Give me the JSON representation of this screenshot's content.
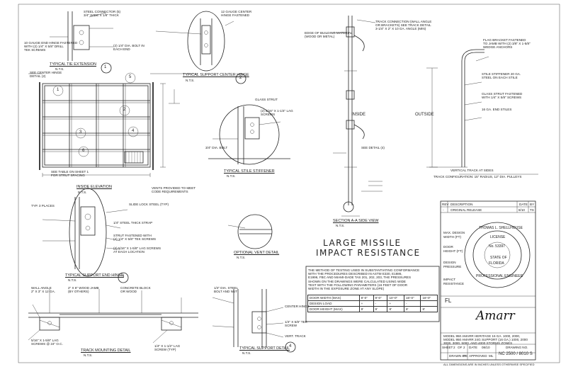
{
  "views": {
    "v1": {
      "title": "TYPICAL TIE EXTENSION",
      "scale": "N.T.S.",
      "num": "1"
    },
    "v2": {
      "title": "TYPICAL SUPPORT CENTER HINGE",
      "scale": "N.T.S.",
      "num": "2"
    },
    "v3": {
      "title": "INSIDE ELEVATION",
      "scale": "N.T.S."
    },
    "v4": {
      "title": "TYPICAL STILE STIFFENER",
      "scale": "N.T.S."
    },
    "v5": {
      "title": "SECTION A-A SIDE VIEW",
      "scale": "N.T.S."
    },
    "v6": {
      "title": "TYPICAL SUPPORT END HINGE",
      "scale": "N.T.S.",
      "num": "3"
    },
    "v7": {
      "title": "OPTIONAL VENT DETAIL",
      "scale": "N.T.S."
    },
    "v8": {
      "title": "TRACK MOUNTING DETAIL",
      "scale": "N.T.S."
    },
    "v9": {
      "title": "TYPICAL SUPPORT DETAIL",
      "scale": "N.T.S.",
      "num": "4"
    }
  },
  "callout_nums": [
    "5",
    "6",
    "4",
    "2",
    "1",
    "3"
  ],
  "notes": {
    "n1": "10 GAUGE END HINGE FASTENED\nWITH (2) 1/4\" X 5/8\" DRILL\nTEK SCREWS",
    "n2": "STEEL CONNECTOR (5)\n3/4\" WIDE X 1/8\" THICK",
    "n3": "(2) 1/4\" DIA. BOLT IN\nEACH END",
    "n4": "SEE CENTER HINGE\nDETAIL (2)",
    "n5": "12 GAUGE CENTER\nHINGE FASTENED",
    "n6": "TRACK CONNECTION (WALL ANGLE\nOR BRACKETS) SEE TRACK DETAIL\n3-1/4\" X 2\" X 10 GA. ANGLE (MIN)",
    "n7": "EDGE OF BUILDING MATERIAL\n(WOOD OR METAL)",
    "n8": "FLAG BRACKET FASTENED\nTO JAMB WITH (2) 3/8\" X 1-5/8\"\nWEDGE ANCHORS",
    "n9": "STILE STIFFENER 20 GA.\nSTEEL ON EACH STILE",
    "n10": "GLASS STRUT FASTENED\nWITH 1/4\" X 5/8\" SCREWS",
    "n11": "16 GA. END STILES",
    "n12": "TRACK CONFIGURATION: 15\" RADIUS, 12\" DIA. PULLEYS",
    "n13": "VERTICAL TRACK AT SIDES",
    "n14": "SEE TABLE ON SHEET 1\nFOR STRUT SPACING",
    "n15": "VENTS PROVIDED TO MEET\nCODE REQUIREMENTS",
    "n16": "GLASS STRUT",
    "n17": "(2) 5/16\" X 1-1/4\" LAG\nSCREWS",
    "n18": "3/4\" DIA. BOLT",
    "n19": "SLIDE LOCK STEEL (TYP)",
    "n20": "1/4\" STEEL THICK STRAP",
    "n21": "STRUT FASTENED WITH\n(2) 1/4\" X 5/8\" TEK SCREWS",
    "n22": "(2) 5/16\" X 1-5/8\" LAG SCREWS\nAT EACH LOCATION",
    "n23": "TYP. 3 PLACES",
    "n24": "WALL ANGLE\n2\" X 3\" X 12 GA.",
    "n25": "2\" X 6\" WOOD JAMB\n(BY OTHERS)",
    "n26": "CONCRETE BLOCK\nOR WOOD",
    "n27": "5/16\" X 1-5/8\" LAG\nSCREWS @ 24\" O.C.",
    "n28": "INSIDE",
    "n29": "OUTSIDE",
    "n30": "SEE DETAIL (4)",
    "n31": "1/4\" DIA. STEEL\nBOLT AND NUT",
    "n32": "CENTER HINGE",
    "n33": "1/4\" X 5/8\" TEK\nSCREW",
    "n34": "VERT. TRACK",
    "n35": "1/4\" X 1-1/2\" LAG\nSCREW (TYP)"
  },
  "main_title": {
    "line1": "LARGE MISSILE",
    "line2": "IMPACT RESISTANCE"
  },
  "method_note": "THE METHOD OF TESTING USED IN SUBSTANTIATING CONFORMANCE\nWITH THE PROCEDURES DESCRIBED IN ASTM E330, E1886,\nE1996, FBC AND MIAMI-DADE TAS 201, 202, 203, THE PRESSURES\nSHOWN ON THE DRAWINGS WERE CALCULATED USING WIDE\nTEST WITH THE FOLLOWING PARAMETERS (16 FEET OF DOOR\nWIDTH IN THE EXPOSURE ZONE AT ANY SLOPE)",
  "pressure_table": {
    "rows": [
      {
        "label": "DOOR WIDTH (MAX)",
        "cells": [
          "8'-0\"",
          "9'-0\"",
          "10'-0\"",
          "16'-0\"",
          "18'-0\""
        ]
      },
      {
        "label": "DESIGN LOAD",
        "cells": [
          "+",
          "-",
          "+",
          "-",
          ""
        ]
      },
      {
        "label": "DOOR HEIGHT (MAX)",
        "cells": [
          "9'",
          "9'",
          "8'",
          "8'",
          "8'"
        ]
      }
    ]
  },
  "revision": {
    "header": {
      "rev": "REV",
      "desc": "DESCRIPTION",
      "date": "DATE",
      "by": "BY"
    },
    "row": {
      "rev": "-",
      "desc": "ORIGINAL RELEASE",
      "date": "8/10",
      "by": "TS"
    }
  },
  "seal": {
    "name": "THOMAS L. SHELLHOUSE",
    "license": "LICENSE",
    "no": "No. 53397",
    "state": "STATE OF",
    "fl": "FLORIDA",
    "prof": "PROFESSIONAL ENGINEER",
    "st": "FL"
  },
  "side_labels": [
    "MAX. DESIGN",
    "WIDTH (FT)",
    "DOOR",
    "HEIGHT (FT)",
    "DESIGN",
    "PRESSURE",
    "IMPACT",
    "RESISTANCE"
  ],
  "company": "Amarr",
  "description": "MODEL 950 AMARR HERITAGE 16 GA. 1000, 2000,\nMODEL 950 AMARR 24G SUPPORT (16 GA.) 1000, 2000\n3000, 3000, 5000, AND 4000 STORMS ZONES",
  "footer": {
    "sheet_label": "SHEET",
    "sheet": "2",
    "of_label": "OF",
    "of": "2",
    "date_label": "DATE",
    "date": "08/10",
    "dwg_label": "DRAWING NO.",
    "dwg": "NC 2500 / 8010 S",
    "by_label": "DRAWN BY",
    "by": "TS",
    "appr_label": "APPROVED",
    "appr": "ML"
  },
  "bottom_note": "ALL DIMENSIONS ARE IN INCHES UNLESS OTHERWISE SPECIFIED"
}
